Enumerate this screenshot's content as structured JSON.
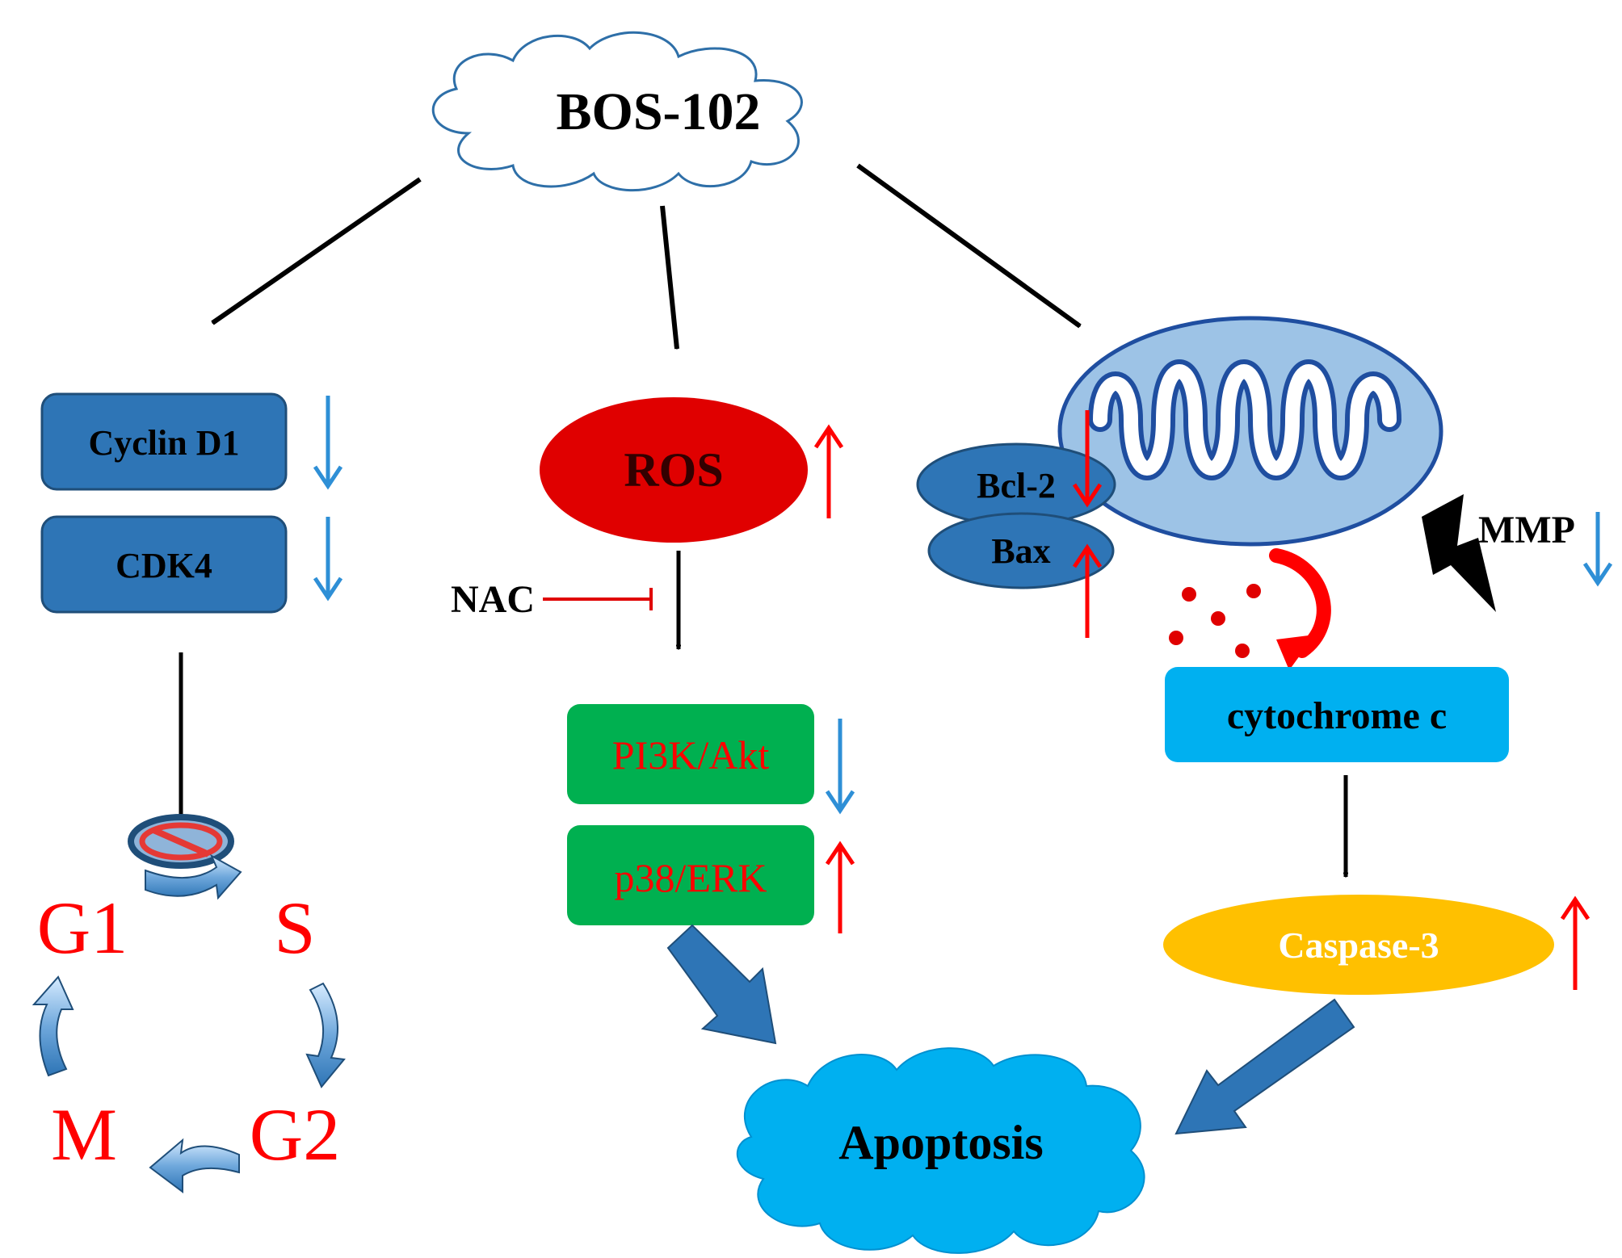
{
  "nodes": {
    "drug": "BOS-102",
    "cyclin_d1": "Cyclin D1",
    "cdk4": "CDK4",
    "ros": "ROS",
    "nac": "NAC",
    "pi3k_akt": "PI3K/Akt",
    "p38_erk": "p38/ERK",
    "bcl2": "Bcl-2",
    "bax": "Bax",
    "mmp": "MMP",
    "cytochrome_c": "cytochrome c",
    "caspase3": "Caspase-3",
    "apoptosis": "Apoptosis"
  },
  "cell_cycle": {
    "g1": "G1",
    "s": "S",
    "g2": "G2",
    "m": "M"
  },
  "regulation": {
    "cyclin_d1": "down",
    "cdk4": "down",
    "ros": "up",
    "pi3k_akt": "down",
    "p38_erk": "up",
    "bcl2": "down",
    "bax": "up",
    "mmp": "down",
    "caspase3": "up"
  },
  "colors": {
    "up_arrow": "#ff0000",
    "down_arrow": "#2e8fd6",
    "cell_cycle_box": "#2e75b6",
    "ros": "#e00000",
    "pathway_box": "#00b050",
    "pathway_text": "#ff0000",
    "mitochondrion": "#9dc3e6",
    "bcl_bax": "#2e75b6",
    "cytochrome_c": "#00b0f0",
    "caspase3": "#ffc000",
    "apoptosis": "#00b0f0",
    "phase_text": "#ff0000"
  }
}
